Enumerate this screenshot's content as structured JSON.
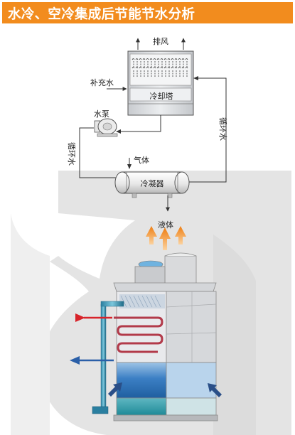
{
  "header": {
    "title": "水冷、空冷集成后节能节水分析"
  },
  "labels": {
    "exhaust_air": "排风",
    "makeup_water": "补充水",
    "cooling_tower": "冷却塔",
    "pump": "水泵",
    "circulating_water_left": "循环水",
    "circulating_water_right": "循环水",
    "gas": "气体",
    "condenser": "冷凝器",
    "liquid": "液体"
  },
  "colors": {
    "header_bg": "#f28c1e",
    "arrow_orange": "#f08c1c",
    "inlet_arrow": "#d8232a",
    "outlet_arrow": "#2a5fa8",
    "water_blue": "#2f74b5"
  }
}
